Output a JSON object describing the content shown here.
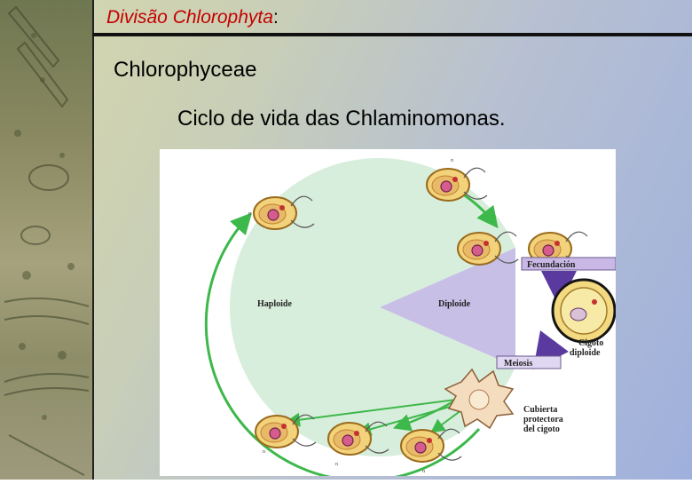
{
  "slide": {
    "title": "Divisão Chlorophyta",
    "title_colon": ":",
    "subtitle": "Chlorophyceae",
    "caption": "Ciclo de vida das Chlaminomonas."
  },
  "diagram": {
    "haploid_label": "Haploide",
    "diploid_label": "Diploide",
    "fecundation_label": "Fecundación",
    "zygote_label_line1": "Cigoto",
    "zygote_label_line2": "diploide",
    "meiosis_label": "Meiosis",
    "cover_label_line1": "Cubierta",
    "cover_label_line2": "protectora",
    "cover_label_line3": "del cigoto",
    "cell_tag": "n"
  },
  "colors": {
    "title": "#c40000",
    "haploid_fill": "#d8eedc",
    "diploid_fill": "#c7bfe6",
    "cycle_arrow": "#3db84a",
    "label_box": "#c9b8e6",
    "fecundation_arrow": "#5b3aa0"
  }
}
